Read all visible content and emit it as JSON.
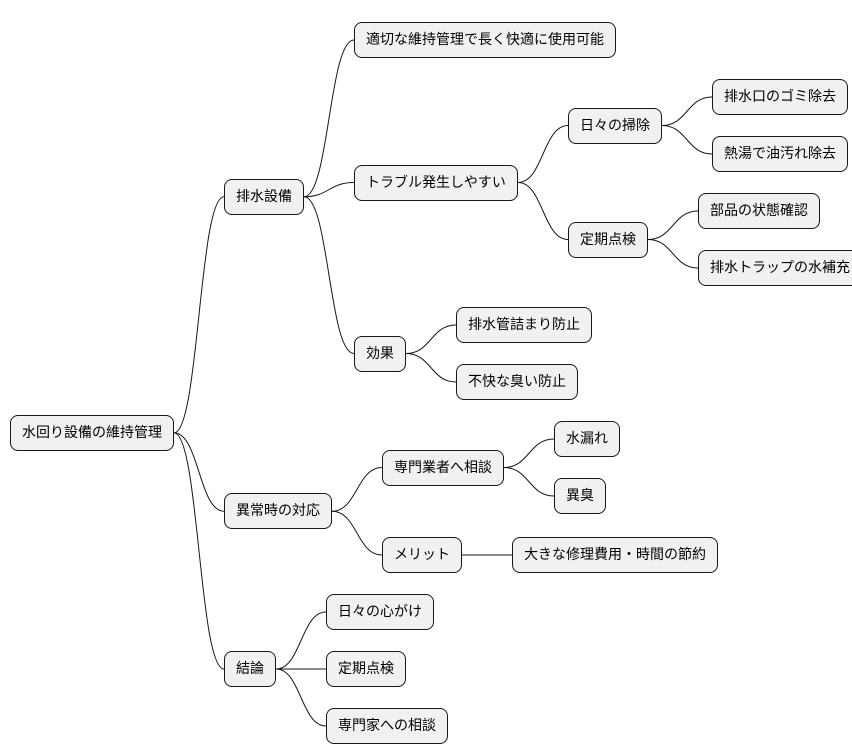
{
  "mindmap": {
    "root": {
      "label": "水回り設備の維持管理",
      "children": [
        {
          "label": "排水設備",
          "children": [
            {
              "label": "適切な維持管理で長く快適に使用可能",
              "children": []
            },
            {
              "label": "トラブル発生しやすい",
              "children": [
                {
                  "label": "日々の掃除",
                  "children": [
                    {
                      "label": "排水口のゴミ除去",
                      "children": []
                    },
                    {
                      "label": "熱湯で油汚れ除去",
                      "children": []
                    }
                  ]
                },
                {
                  "label": "定期点検",
                  "children": [
                    {
                      "label": "部品の状態確認",
                      "children": []
                    },
                    {
                      "label": "排水トラップの水補充",
                      "children": []
                    }
                  ]
                }
              ]
            },
            {
              "label": "効果",
              "children": [
                {
                  "label": "排水管詰まり防止",
                  "children": []
                },
                {
                  "label": "不快な臭い防止",
                  "children": []
                }
              ]
            }
          ]
        },
        {
          "label": "異常時の対応",
          "children": [
            {
              "label": "専門業者へ相談",
              "children": [
                {
                  "label": "水漏れ",
                  "children": []
                },
                {
                  "label": "異臭",
                  "children": []
                }
              ]
            },
            {
              "label": "メリット",
              "children": [
                {
                  "label": "大きな修理費用・時間の節約",
                  "children": []
                }
              ]
            }
          ]
        },
        {
          "label": "結論",
          "children": [
            {
              "label": "日々の心がけ",
              "children": []
            },
            {
              "label": "定期点検",
              "children": []
            },
            {
              "label": "専門家への相談",
              "children": []
            }
          ]
        }
      ]
    }
  }
}
